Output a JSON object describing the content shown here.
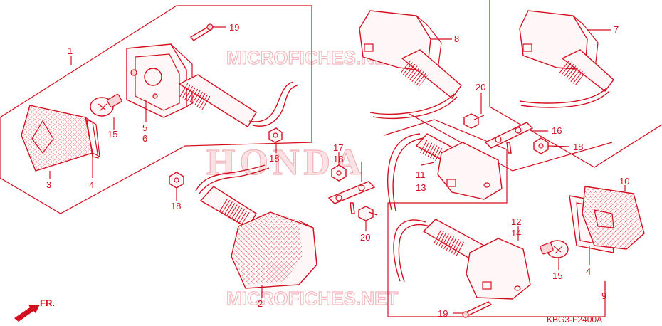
{
  "watermarks": {
    "top": "MICROFICHES.NET",
    "middle": "HONDA",
    "bottom": "MICROFICHES.NET"
  },
  "diagram_code": "KBG3-F2400A",
  "direction_label": "FR.",
  "callouts": [
    {
      "id": "c1",
      "text": "1"
    },
    {
      "id": "c2",
      "text": "2"
    },
    {
      "id": "c3",
      "text": "3"
    },
    {
      "id": "c4a",
      "text": "4"
    },
    {
      "id": "c4b",
      "text": "4"
    },
    {
      "id": "c5",
      "text": "5"
    },
    {
      "id": "c6",
      "text": "6"
    },
    {
      "id": "c7",
      "text": "7"
    },
    {
      "id": "c8",
      "text": "8"
    },
    {
      "id": "c9",
      "text": "9"
    },
    {
      "id": "c10",
      "text": "10"
    },
    {
      "id": "c11",
      "text": "11"
    },
    {
      "id": "c12",
      "text": "12"
    },
    {
      "id": "c13",
      "text": "13"
    },
    {
      "id": "c14",
      "text": "14"
    },
    {
      "id": "c15a",
      "text": "15"
    },
    {
      "id": "c15b",
      "text": "15"
    },
    {
      "id": "c16",
      "text": "16"
    },
    {
      "id": "c17",
      "text": "17"
    },
    {
      "id": "c18a",
      "text": "18"
    },
    {
      "id": "c18b",
      "text": "18"
    },
    {
      "id": "c18c",
      "text": "18"
    },
    {
      "id": "c18d",
      "text": "18"
    },
    {
      "id": "c19a",
      "text": "19"
    },
    {
      "id": "c19b",
      "text": "19"
    },
    {
      "id": "c20a",
      "text": "20"
    },
    {
      "id": "c20b",
      "text": "20"
    }
  ]
}
